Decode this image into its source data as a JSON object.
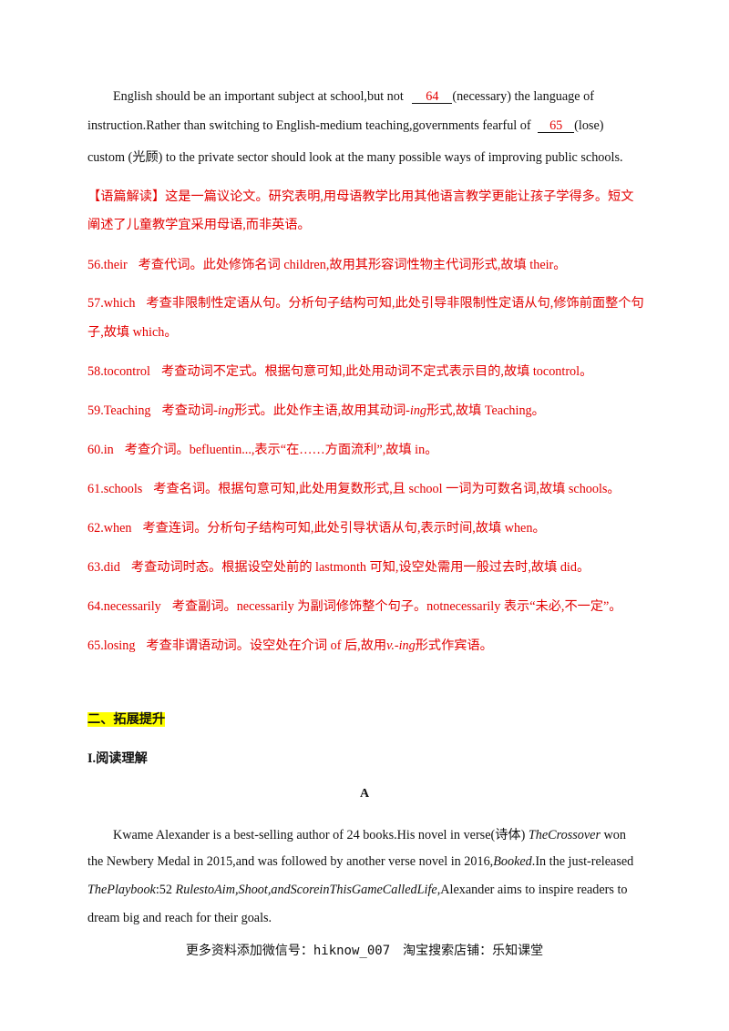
{
  "passage1": {
    "l1_pre": "English should be an important subject at school,but not",
    "blank64": "64",
    "l1_post": "(necessary) the language of",
    "l2_pre": "instruction.Rather than switching to English-medium teaching,governments fearful of",
    "blank65": "65",
    "l2_post": "(lose)",
    "l3": "custom (光顾) to the private sector should look at the many possible ways of improving public schools."
  },
  "analysis": {
    "l1": "【语篇解读】这是一篇议论文。研究表明,用母语教学比用其他语言教学更能让孩子学得多。短文",
    "l2": "阐述了儿童教学宜采用母语,而非英语。"
  },
  "answers": [
    {
      "num": "56.their",
      "text": "考查代词。此处修饰名词 children,故用其形容词性物主代词形式,故填 their。"
    },
    {
      "num": "57.which",
      "text": "考查非限制性定语从句。分析句子结构可知,此处引导非限制性定语从句,修饰前面整个句",
      "cont": "子,故填 which。"
    },
    {
      "num": "58.tocontrol",
      "text": "考查动词不定式。根据句意可知,此处用动词不定式表示目的,故填 tocontrol。"
    },
    {
      "num": "59.Teaching",
      "text_a": "考查动词",
      "ital_a": "-ing",
      "text_b": "形式。此处作主语,故用其动词",
      "ital_b": "-ing",
      "text_c": "形式,故填 Teaching。"
    },
    {
      "num": "60.in",
      "text": "考查介词。befluentin...,表示“在……方面流利”,故填 in。"
    },
    {
      "num": "61.schools",
      "text": "考查名词。根据句意可知,此处用复数形式,且 school 一词为可数名词,故填 schools。"
    },
    {
      "num": "62.when",
      "text": "考查连词。分析句子结构可知,此处引导状语从句,表示时间,故填 when。"
    },
    {
      "num": "63.did",
      "text": "考查动词时态。根据设空处前的 lastmonth 可知,设空处需用一般过去时,故填 did。"
    },
    {
      "num": "64.necessarily",
      "text": "考查副词。necessarily 为副词修饰整个句子。notnecessarily 表示“未必,不一定”。"
    },
    {
      "num": "65.losing",
      "text_a": "考查非谓语动词。设空处在介词 of 后,故用",
      "ital_a": "v.-ing",
      "text_b": "形式作宾语。"
    }
  ],
  "section": {
    "heading": "二、拓展提升",
    "sub": "I.阅读理解",
    "letter": "A"
  },
  "passage2": {
    "l1_pre": "Kwame Alexander is a best-selling author of 24 books.His novel in verse(诗体)",
    "l1_ital": "TheCrossover",
    "l1_post": "won",
    "l2_pre": "the Newbery Medal in 2015,and was followed by another verse novel in 2016,",
    "l2_ital": "Booked",
    "l2_post": ".In the just-released",
    "l3_ital1": "ThePlaybook",
    "l3_mid": ":52",
    "l3_ital2": "RulestoAim,Shoot,andScoreinThisGameCalledLife",
    "l3_post": ",Alexander aims to inspire readers to",
    "l4": "dream big and reach for their goals."
  },
  "footer": "更多资料添加微信号：hiknow_007　淘宝搜索店铺：乐知课堂"
}
